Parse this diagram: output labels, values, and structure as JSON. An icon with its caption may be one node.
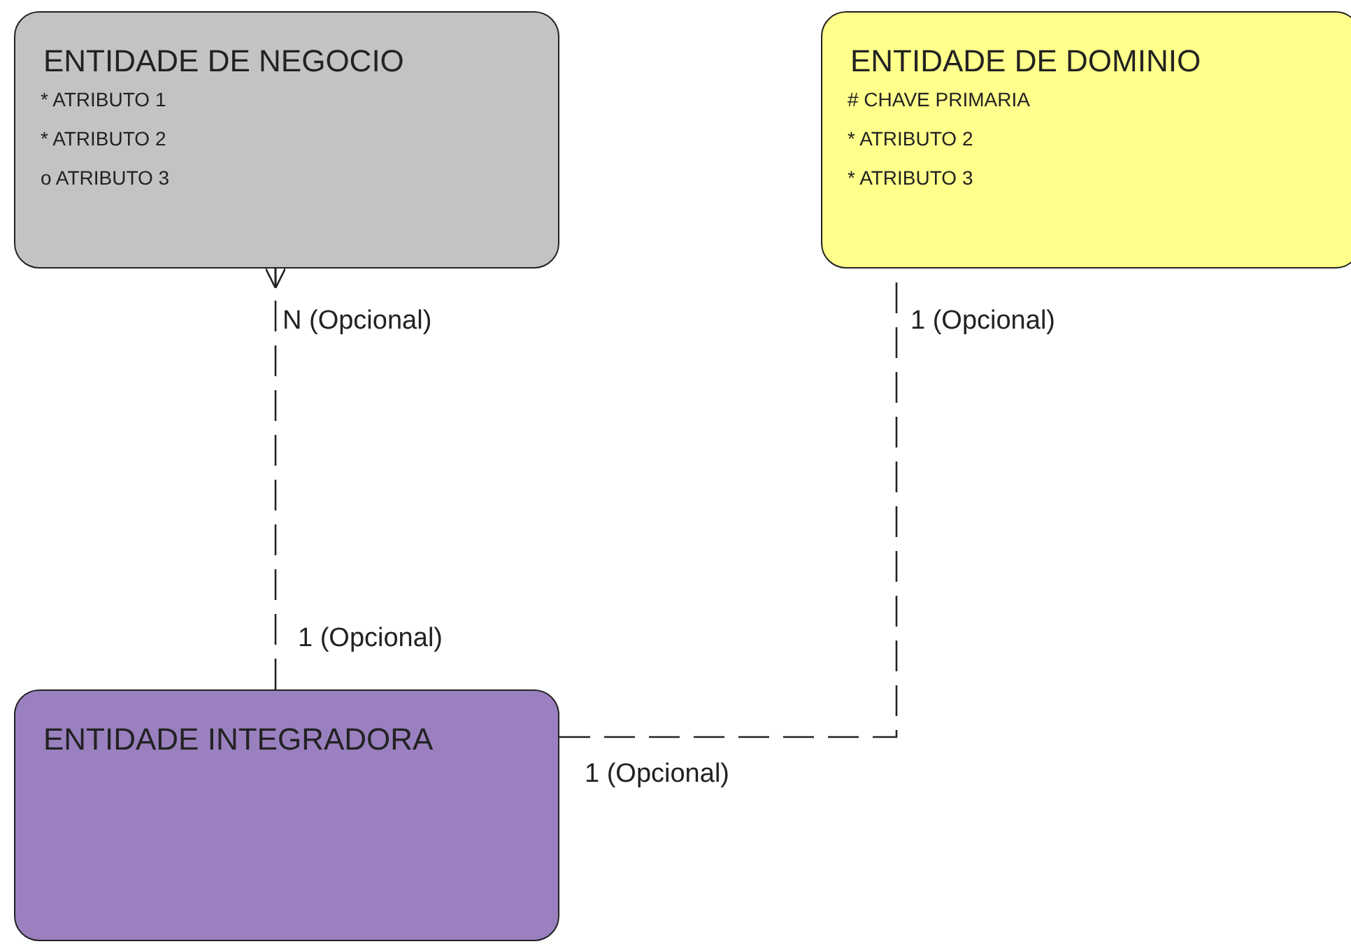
{
  "diagram": {
    "nodes": [
      {
        "text": [
          "ENTIDADE DE NEGOCIO",
          "* ATRIBUTO 1",
          "* ATRIBUTO 2",
          "o ATRIBUTO 3"
        ]
      },
      {
        "text": [
          "ENTIDADE DE DOMINIO",
          "# CHAVE PRIMARIA",
          "* ATRIBUTO 2",
          "* ATRIBUTO 3"
        ]
      },
      {
        "text": [
          "ENTIDADE INTEGRADORA"
        ]
      }
    ],
    "edges": [
      {
        "from": 2,
        "to": 0,
        "arrow": "other",
        "style": "dashed"
      },
      {
        "from": 2,
        "to": 1,
        "arrow": "none",
        "style": "dashed"
      }
    ],
    "labels": [
      "N (Opcional)",
      "1 (Opcional)",
      "1 (Opcional)",
      "1 (Opcional)"
    ]
  }
}
